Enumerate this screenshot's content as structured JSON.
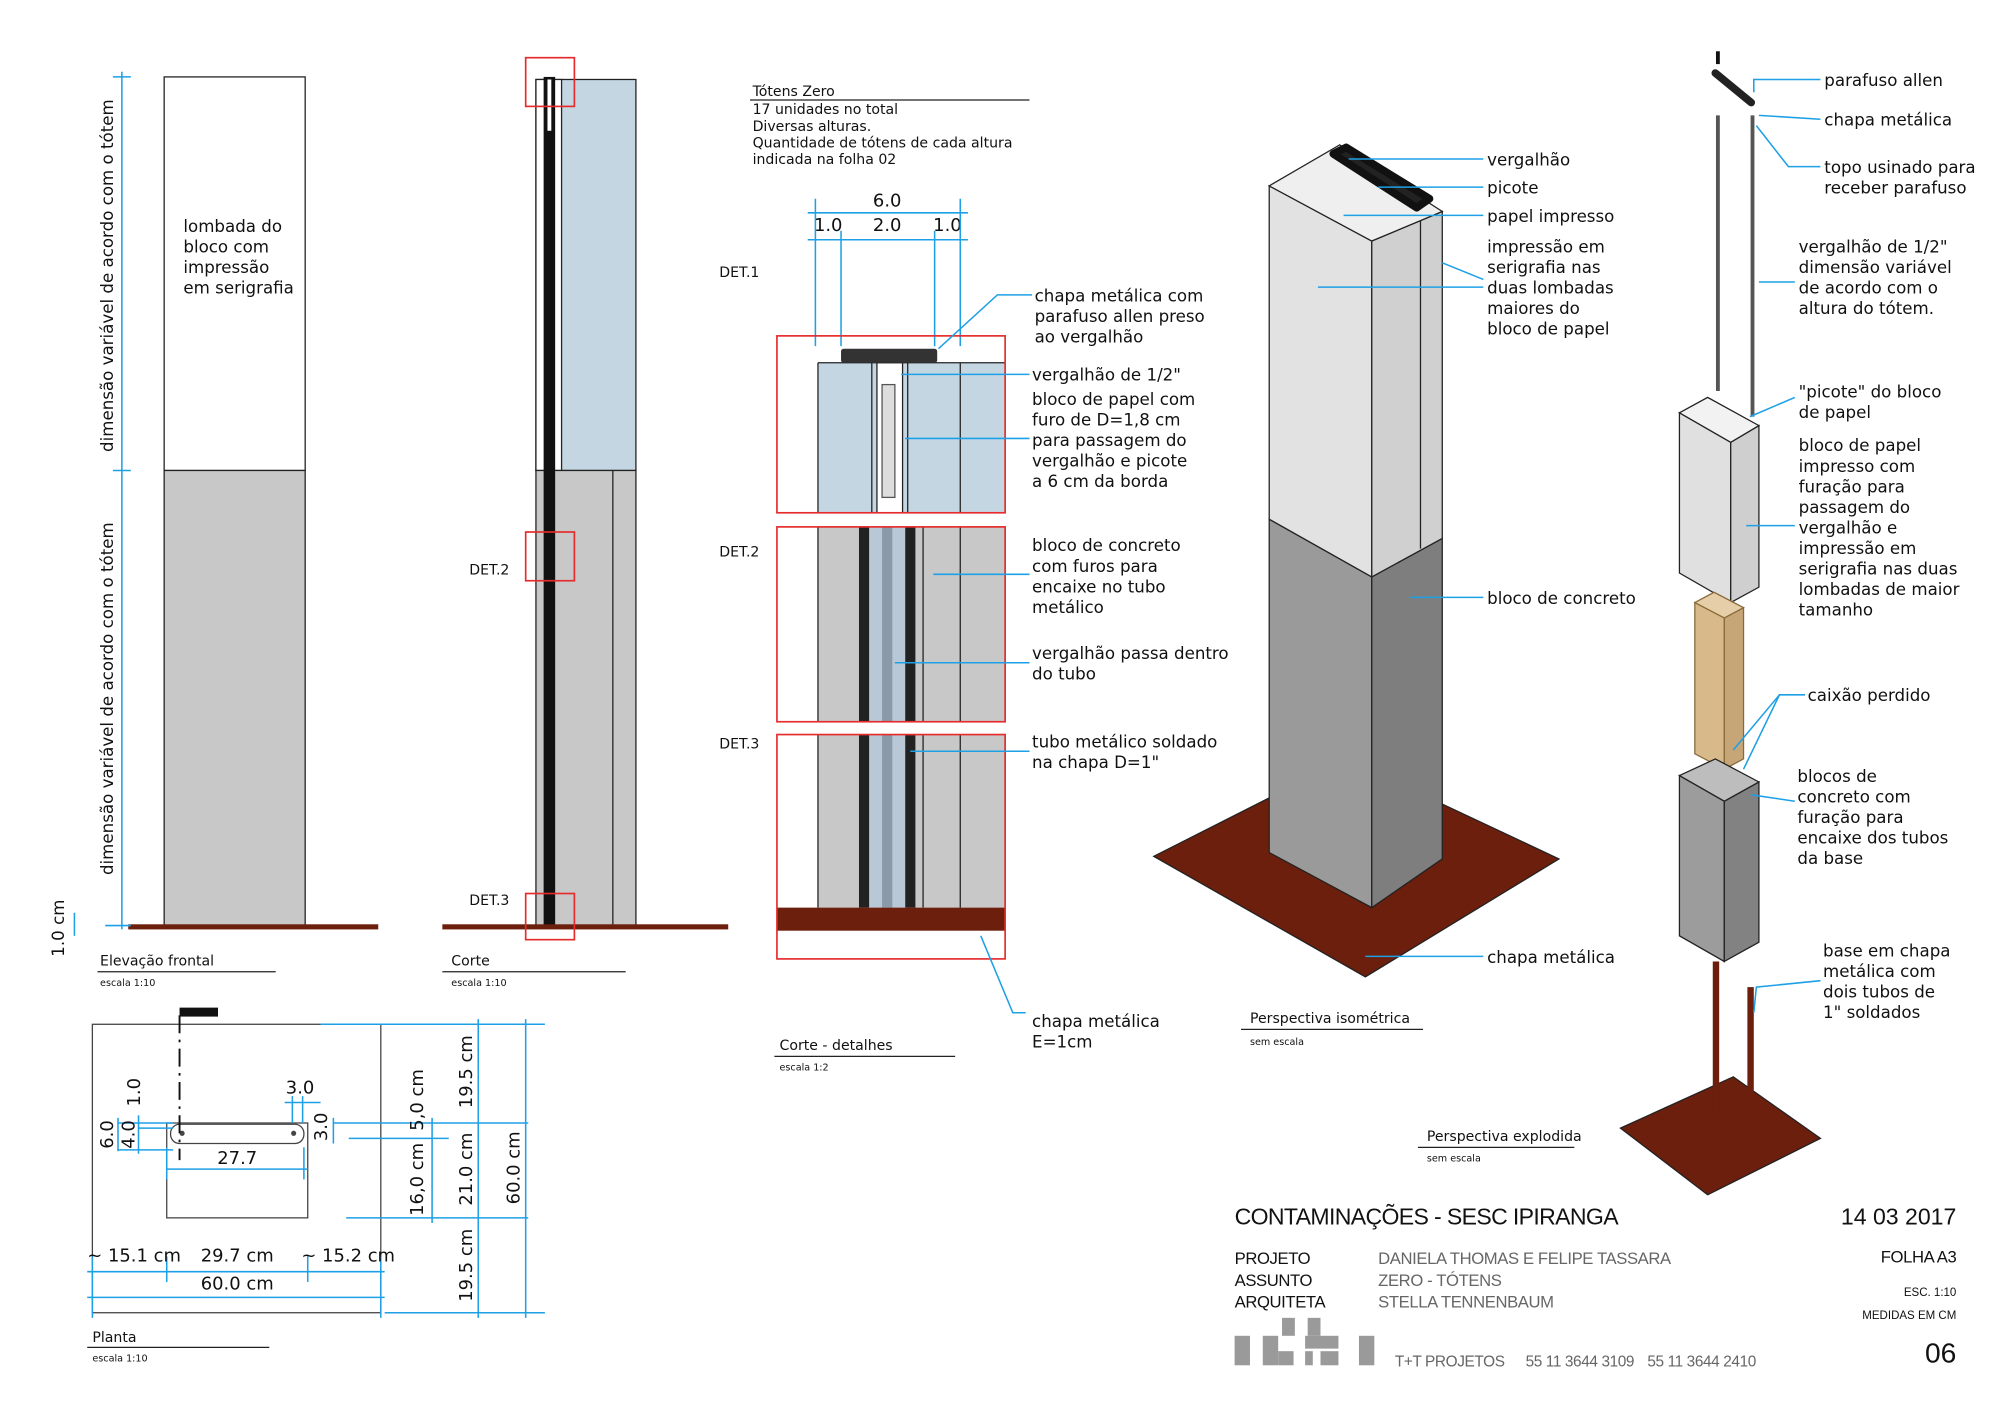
{
  "colors": {
    "dimension": "#1ea0e6",
    "detail_box": "#e52b2b",
    "steel_plate": "#6b1f0c",
    "paper_block": "#c5d6e3",
    "concrete": "#c8c8c8"
  },
  "notes": {
    "heading": "Tótens Zero",
    "lines": [
      "17 unidades no total",
      "Diversas alturas.",
      "Quantidade de tótens de cada altura",
      "indicada na folha 02"
    ]
  },
  "elevation": {
    "title": "Elevação frontal",
    "scale": "escala 1:10",
    "label": [
      "lombada do",
      "bloco com",
      "impressão",
      "em serigrafia"
    ],
    "dim_upper": "dimensão variável de acordo com o tótem",
    "dim_lower": "dimensão variável de acordo com o tótem",
    "dim_base": "1.0 cm"
  },
  "section": {
    "title": "Corte",
    "scale": "escala 1:10",
    "det2": "DET.2",
    "det3": "DET.3"
  },
  "details": {
    "title": "Corte - detalhes",
    "scale": "escala 1:2",
    "det1": "DET.1",
    "det2": "DET.2",
    "det3": "DET.3",
    "dims": {
      "total": "6.0",
      "left": "1.0",
      "middle": "2.0",
      "right": "1.0"
    },
    "callouts": {
      "plate_screw": [
        "chapa metálica com",
        "parafuso allen preso",
        "ao vergalhão"
      ],
      "rebar": [
        "vergalhão de 1/2\""
      ],
      "paper_block": [
        "bloco de papel com",
        "furo de D=1,8 cm",
        "para passagem do",
        "vergalhão e picote",
        "a 6 cm da borda"
      ],
      "concrete": [
        "bloco de concreto",
        "com furos para",
        "encaixe no tubo",
        "metálico"
      ],
      "rebar_tube": [
        "vergalhão passa dentro",
        "do tubo"
      ],
      "tube": [
        "tubo metálico soldado",
        "na chapa D=1\""
      ],
      "plate": [
        "chapa metálica",
        "E=1cm"
      ]
    }
  },
  "isometric": {
    "title": "Perspectiva isométrica",
    "scale": "sem escala",
    "labels": {
      "rebar": "vergalhão",
      "perforation": "picote",
      "paper": "papel impresso",
      "print": [
        "impressão em",
        "serigrafia nas",
        "duas lombadas",
        "maiores do",
        "bloco de papel"
      ],
      "concrete": "bloco de concreto",
      "plate": "chapa metálica"
    }
  },
  "exploded": {
    "title": "Perspectiva explodida",
    "scale": "sem escala",
    "labels": {
      "screw": [
        "parafuso allen"
      ],
      "plate": [
        "chapa metálica"
      ],
      "top": [
        "topo usinado para",
        "receber parafuso"
      ],
      "rebar": [
        "vergalhão de 1/2\"",
        "dimensão variável",
        "de acordo com o",
        "altura do tótem."
      ],
      "perforation": [
        "\"picote\" do bloco",
        "de papel"
      ],
      "paper": [
        "bloco de papel",
        "impresso com",
        "furação para",
        "passagem do",
        "vergalhão e",
        "impressão em",
        "serigrafia nas duas",
        "lombadas de maior",
        "tamanho"
      ],
      "formwork": [
        "caixão perdido"
      ],
      "concrete": [
        "blocos de",
        "concreto com",
        "furação para",
        "encaixe dos tubos",
        "da base"
      ],
      "base": [
        "base em chapa",
        "metálica com",
        "dois tubos de",
        "1\" soldados"
      ]
    }
  },
  "plan": {
    "title": "Planta",
    "scale": "escala 1:10",
    "dims": {
      "left": "~ 15.1 cm",
      "middle": "29.7 cm",
      "right": "~ 15.2 cm",
      "total_w": "60.0 cm",
      "top": "19.5 cm",
      "center": "21.0 cm",
      "bottom": "19.5 cm",
      "total_h": "60.0 cm",
      "slot_offset": "5,0 cm",
      "block_depth": "16,0 cm",
      "d6": "6.0",
      "d4": "4.0",
      "d1": "1.0",
      "d3a": "3.0",
      "d3b": "3.0",
      "slot_len": "27.7"
    }
  },
  "title_block": {
    "title": "CONTAMINAÇÕES - SESC IPIRANGA",
    "date": "14 03 2017",
    "projeto_label": "PROJETO",
    "projeto": "DANIELA THOMAS E FELIPE TASSARA",
    "assunto_label": "ASSUNTO",
    "assunto": "ZERO - TÓTENS",
    "arquiteta_label": "ARQUITETA",
    "arquiteta": "STELLA TENNENBAUM",
    "folha": "FOLHA  A3",
    "escala": "ESC.  1:10",
    "medidas": "MEDIDAS EM CM",
    "sheet": "06",
    "company": "T+T PROJETOS",
    "phone1": "55 11 3644 3109",
    "phone2": "55 11 3644 2410"
  }
}
